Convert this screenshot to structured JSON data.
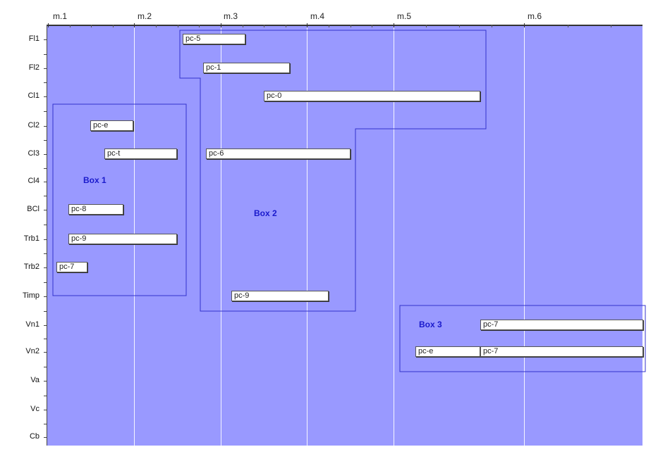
{
  "measures": [
    "m.1",
    "m.2",
    "m.3",
    "m.4",
    "m.5",
    "m.6"
  ],
  "instruments": [
    "Fl1",
    "Fl2",
    "Cl1",
    "Cl2",
    "Cl3",
    "Cl4",
    "BCl",
    "Trb1",
    "Trb2",
    "Timp",
    "Vn1",
    "Vn2",
    "Va",
    "Vc",
    "Cb"
  ],
  "cells": [
    {
      "label": "pc-5",
      "instrument": "Fl1"
    },
    {
      "label": "pc-1",
      "instrument": "Fl2"
    },
    {
      "label": "pc-0",
      "instrument": "Cl1"
    },
    {
      "label": "pc-e",
      "instrument": "Cl2"
    },
    {
      "label": "pc-t",
      "instrument": "Cl3"
    },
    {
      "label": "pc-6",
      "instrument": "Cl3"
    },
    {
      "label": "pc-8",
      "instrument": "BCl"
    },
    {
      "label": "pc-9",
      "instrument": "Trb1"
    },
    {
      "label": "pc-7",
      "instrument": "Trb2"
    },
    {
      "label": "pc-9",
      "instrument": "Timp"
    },
    {
      "label": "pc-7",
      "instrument": "Vn1"
    },
    {
      "label": "pc-e",
      "instrument": "Vn2"
    },
    {
      "label": "pc-7",
      "instrument": "Vn2"
    }
  ],
  "boxes": [
    {
      "label": "Box 1"
    },
    {
      "label": "Box 2"
    },
    {
      "label": "Box 3"
    }
  ],
  "colors": {
    "plot_background": "#9999ff",
    "box_label": "#1a1acc",
    "outline": "#3333cc"
  }
}
